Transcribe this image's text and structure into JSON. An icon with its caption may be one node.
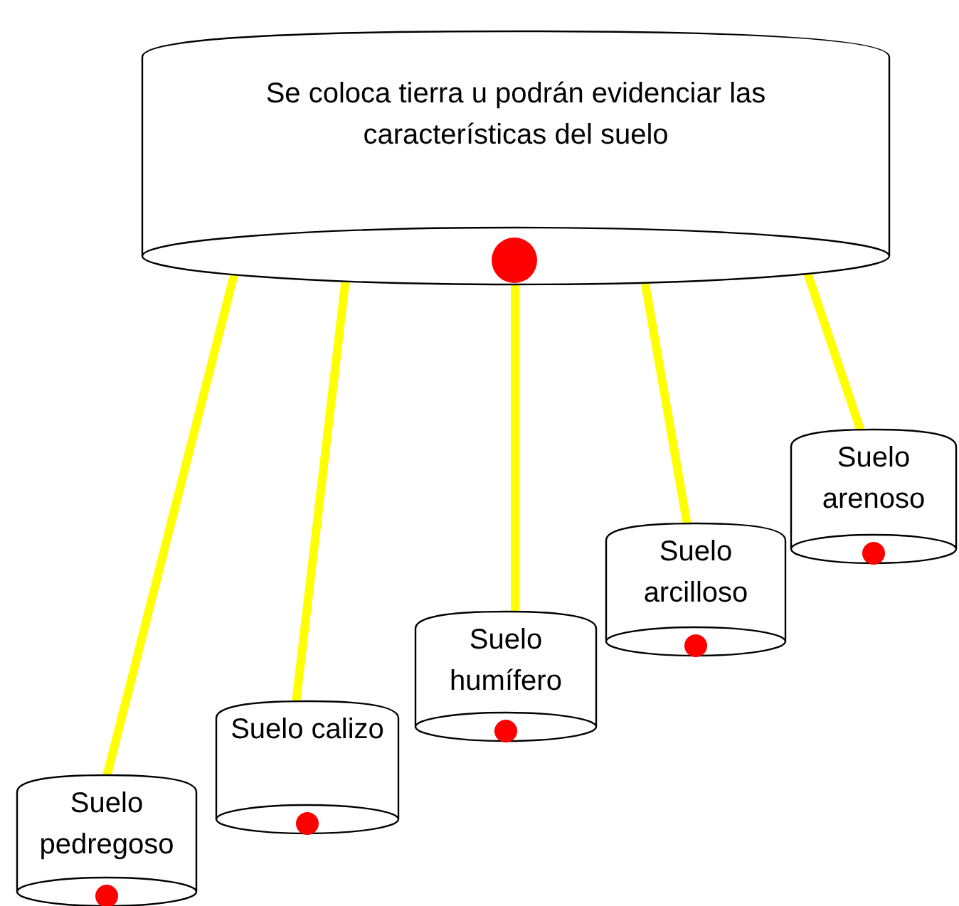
{
  "diagram": {
    "nodes": [
      {
        "text": [
          "Se coloca tierra u podrán evidenciar las características del suelo"
        ]
      },
      {
        "text": [
          "Suelo pedregoso"
        ]
      },
      {
        "text": [
          "Suelo calizo"
        ]
      },
      {
        "text": [
          "Suelo humífero"
        ]
      },
      {
        "text": [
          "Suelo arcilloso"
        ]
      },
      {
        "text": [
          "Suelo arenoso"
        ]
      }
    ],
    "edges": [
      {
        "from": 0,
        "to": 1,
        "arrow": "none"
      },
      {
        "from": 0,
        "to": 2,
        "arrow": "none"
      },
      {
        "from": 0,
        "to": 3,
        "arrow": "none"
      },
      {
        "from": 0,
        "to": 4,
        "arrow": "none"
      },
      {
        "from": 0,
        "to": 5,
        "arrow": "none"
      }
    ]
  }
}
